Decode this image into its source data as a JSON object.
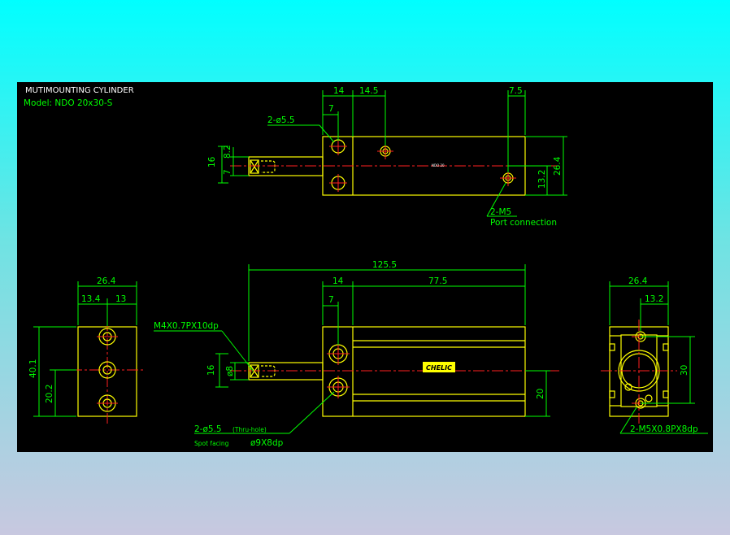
{
  "header": {
    "title": "MUTIMOUNTING CYLINDER",
    "model": "Model: NDO 20x30-S"
  },
  "top_view": {
    "dims": {
      "d14": "14",
      "d14_5": "14.5",
      "d7_5": "7.5",
      "d7": "7",
      "d16": "16",
      "d8_2": "8.2",
      "d7s": "7",
      "d26_4": "26.4",
      "d13_2": "13.2"
    },
    "hole_callout": "2-ø5.5",
    "port_callout": "2-M5",
    "port_note": "Port connection",
    "body_text": "NDO 20"
  },
  "front_view": {
    "dims": {
      "d125_5": "125.5",
      "d14": "14",
      "d77_5": "77.5",
      "d7": "7",
      "d16": "16",
      "d8": "ø8",
      "d20": "20"
    },
    "thread_callout": "M4X0.7PX10dp",
    "hole_callout": "2-ø5.5",
    "hole_note": "(Thru-hole)",
    "spot_label": "Spot facing",
    "spot_value": "ø9X8dp",
    "badge": "CHELIC"
  },
  "left_view": {
    "dims": {
      "d26_4": "26.4",
      "d13_4": "13.4",
      "d13": "13",
      "d40_1": "40.1",
      "d20_2": "20.2"
    }
  },
  "right_view": {
    "dims": {
      "d26_4": "26.4",
      "d13_2": "13.2",
      "d30": "30"
    },
    "callout": "2-M5X0.8PX8dp"
  }
}
